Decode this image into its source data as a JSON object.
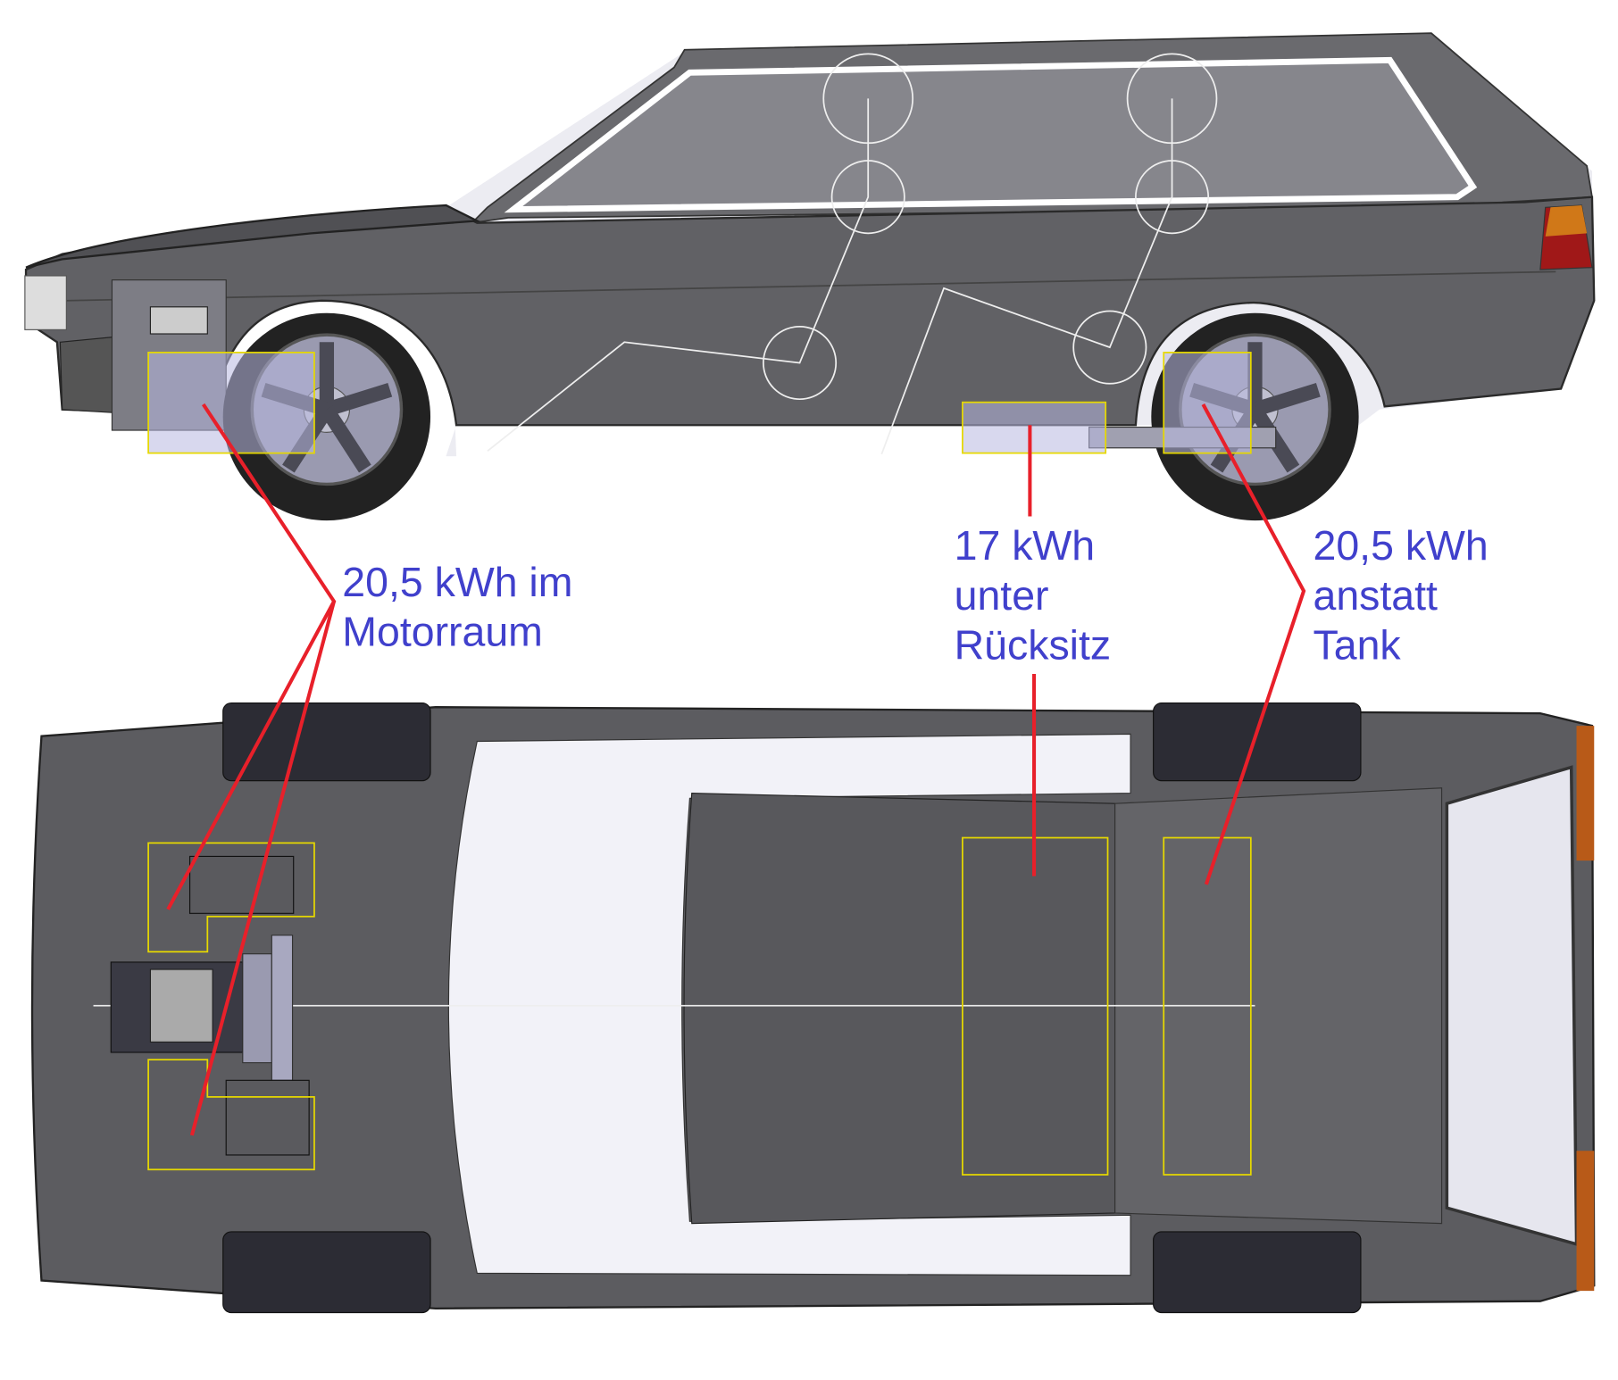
{
  "colors": {
    "label": "#4040cc",
    "leader": "#e8202a",
    "battery_box": "#e6d800",
    "body": "#5f5f63"
  },
  "labels": {
    "front": {
      "line1": "20,5 kWh im",
      "line2": "Motorraum"
    },
    "middle": {
      "line1": "17 kWh",
      "line2": "unter",
      "line3": "Rücksitz"
    },
    "rear": {
      "line1": "20,5 kWh",
      "line2": "anstatt",
      "line3": "Tank"
    }
  }
}
